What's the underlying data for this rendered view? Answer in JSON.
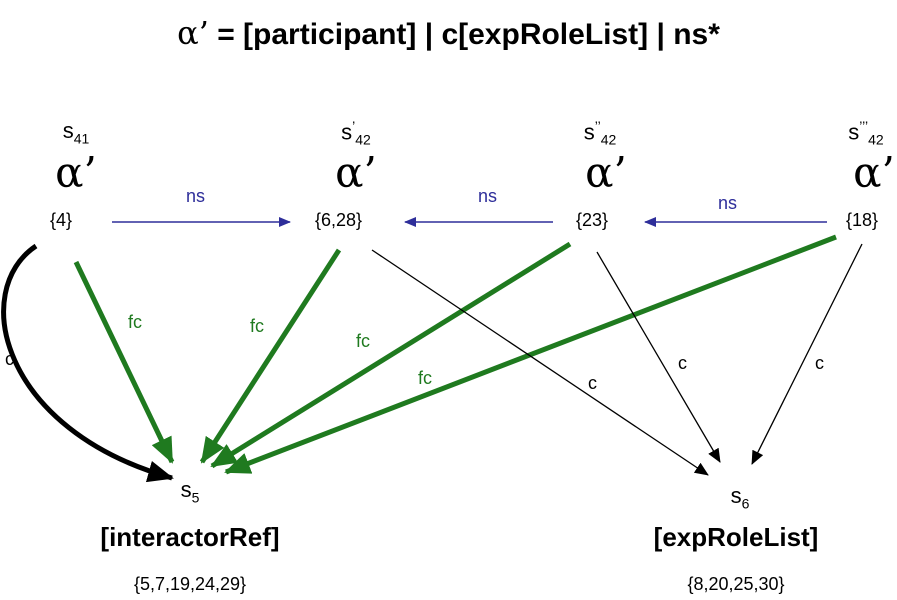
{
  "title": {
    "alpha": "α’",
    "rest": " = [participant] | c[expRoleList] | ns*"
  },
  "nodes": {
    "s41": {
      "state": "s",
      "sub": "41",
      "prime": "",
      "alpha": "α’",
      "set": "{4}"
    },
    "s42a": {
      "state": "s",
      "sub": "42",
      "prime": "’",
      "alpha": "α’",
      "set": "{6,28}"
    },
    "s42b": {
      "state": "s",
      "sub": "42",
      "prime": "’’",
      "alpha": "α’",
      "set": "{23}"
    },
    "s42c": {
      "state": "s",
      "sub": "42",
      "prime": "’’’",
      "alpha": "α’",
      "set": "{18}"
    },
    "s5": {
      "state": "s",
      "sub": "5",
      "label": "[interactorRef]",
      "set": "{5,7,19,24,29}"
    },
    "s6": {
      "state": "s",
      "sub": "6",
      "label": "[expRoleList]",
      "set": "{8,20,25,30}"
    }
  },
  "edge_labels": {
    "ns1": "ns",
    "ns2": "ns",
    "ns3": "ns",
    "fc1": "fc",
    "fc2": "fc",
    "fc3": "fc",
    "fc4": "fc",
    "c1": "c",
    "c2": "c",
    "c3": "c",
    "c4": "c"
  },
  "colors": {
    "green": "#1f7a1f",
    "blue": "#2e2e9a",
    "black": "#000000"
  }
}
